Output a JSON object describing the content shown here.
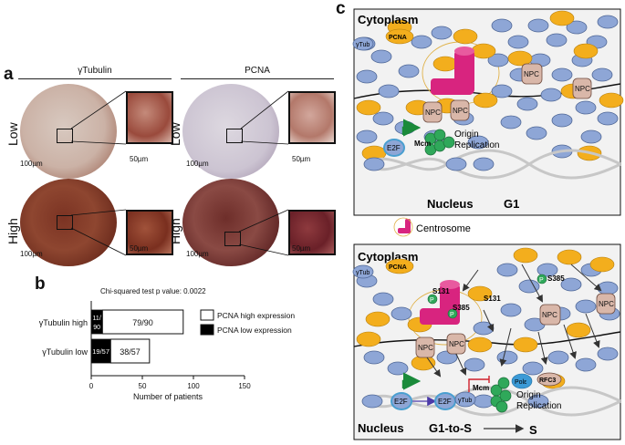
{
  "panel_labels": {
    "a": "a",
    "b": "b",
    "c": "c"
  },
  "panel_a": {
    "col_gamma": "γTubulin",
    "col_pcna": "PCNA",
    "row_low": "Low",
    "row_high": "High",
    "scale_100": "100µm",
    "scale_50": "50µm"
  },
  "panel_b": {
    "chi_text": "Chi-squared test p value: 0.0022",
    "legend_high": "PCNA high expression",
    "legend_low": "PCNA low expression"
  },
  "chart_data": {
    "type": "bar",
    "orientation": "horizontal",
    "stacked": true,
    "categories": [
      "γTubulin high",
      "γTubulin low"
    ],
    "series": [
      {
        "name": "PCNA low expression",
        "values": [
          11,
          19
        ],
        "labels": [
          "11/90",
          "19/57"
        ],
        "color": "#000000"
      },
      {
        "name": "PCNA high expression",
        "values": [
          79,
          38
        ],
        "labels": [
          "79/90",
          "38/57"
        ],
        "color": "#ffffff"
      }
    ],
    "xlabel": "Number of patients",
    "xlim": [
      0,
      150
    ],
    "xticks": [
      "0",
      "50",
      "100",
      "150"
    ],
    "title": "Chi-squared test p value: 0.0022",
    "legend": "right"
  },
  "panel_c": {
    "top": {
      "cytoplasm": "Cytoplasm",
      "nucleus": "Nucleus",
      "phase": "G1",
      "gtub": "γTub",
      "pcna": "PCNA",
      "npc": "NPC",
      "e2f": "E2F",
      "mcm": "Mcm",
      "origin": "Origin",
      "replication": "Replication"
    },
    "legend_centrosome": "Centrosome",
    "bottom": {
      "cytoplasm": "Cytoplasm",
      "nucleus": "Nucleus",
      "phase_from": "G1-to-S",
      "phase_to": "S",
      "gtub": "γTub",
      "pcna": "PCNA",
      "npc": "NPC",
      "e2f": "E2F",
      "mcm": "Mcm",
      "pol": "Polε",
      "rfc3": "RFC3",
      "origin": "Origin",
      "replication": "Replication",
      "s131": "S131",
      "s385": "S385",
      "p": "P"
    }
  },
  "colors": {
    "blue_nucleus": "#8ea6d6",
    "orange": "#f3ae1d",
    "npc": "#d9b7a9",
    "magenta": "#d8247f",
    "green": "#2fa85a",
    "arrow_green": "#1a8a3a",
    "purple": "#4b3aa8",
    "red": "#d0202a"
  }
}
